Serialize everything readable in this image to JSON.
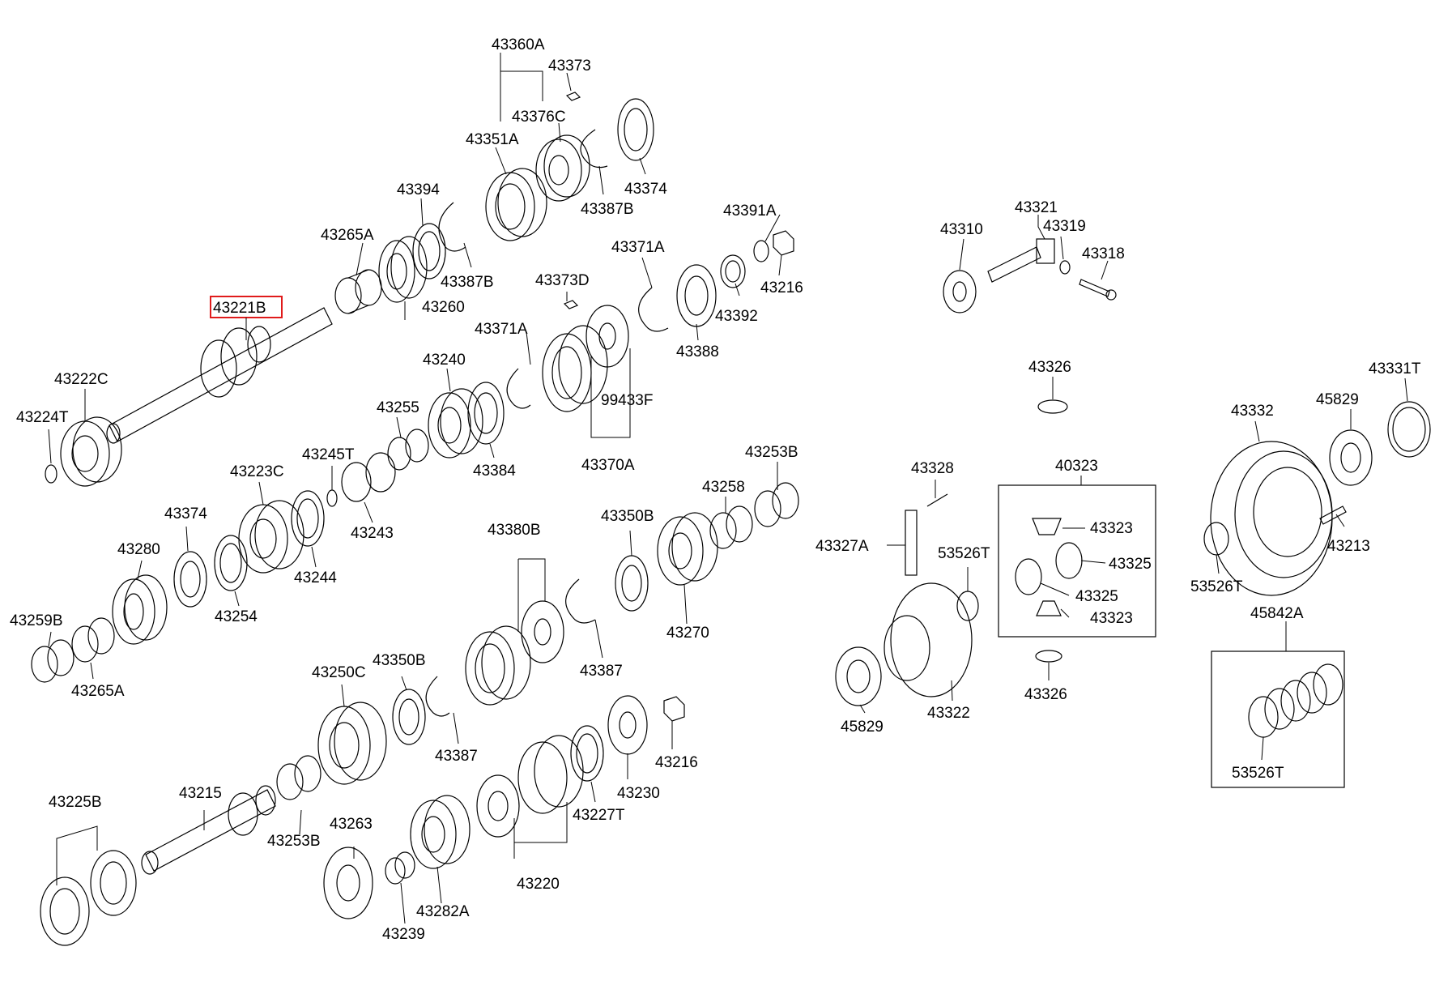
{
  "diagram": {
    "highlighted_part": "43221B",
    "highlight_color": "#e01b1b",
    "labels": [
      "43360A",
      "43373",
      "43376C",
      "43351A",
      "43374",
      "43387B",
      "43394",
      "43265A",
      "43387B",
      "43260",
      "43391A",
      "43216",
      "43392",
      "43371A",
      "43373D",
      "43371A",
      "43388",
      "43221B",
      "43240",
      "99433F",
      "43222C",
      "43255",
      "43370A",
      "43384",
      "43224T",
      "43245T",
      "43253B",
      "43223C",
      "43258",
      "43243",
      "43374",
      "43350B",
      "43380B",
      "43280",
      "43244",
      "43254",
      "43270",
      "43259B",
      "43265A",
      "43387",
      "43250C",
      "43350B",
      "43216",
      "43387",
      "43230",
      "43215",
      "43227T",
      "43225B",
      "43253B",
      "43263",
      "43220",
      "43282A",
      "43239",
      "43310",
      "43321",
      "43319",
      "43318",
      "43326",
      "43331T",
      "45829",
      "43332",
      "43328",
      "40323",
      "43323",
      "43327A",
      "53526T",
      "43325",
      "43213",
      "53526T",
      "43325",
      "43323",
      "45842A",
      "43326",
      "45829",
      "43322",
      "53526T"
    ]
  }
}
